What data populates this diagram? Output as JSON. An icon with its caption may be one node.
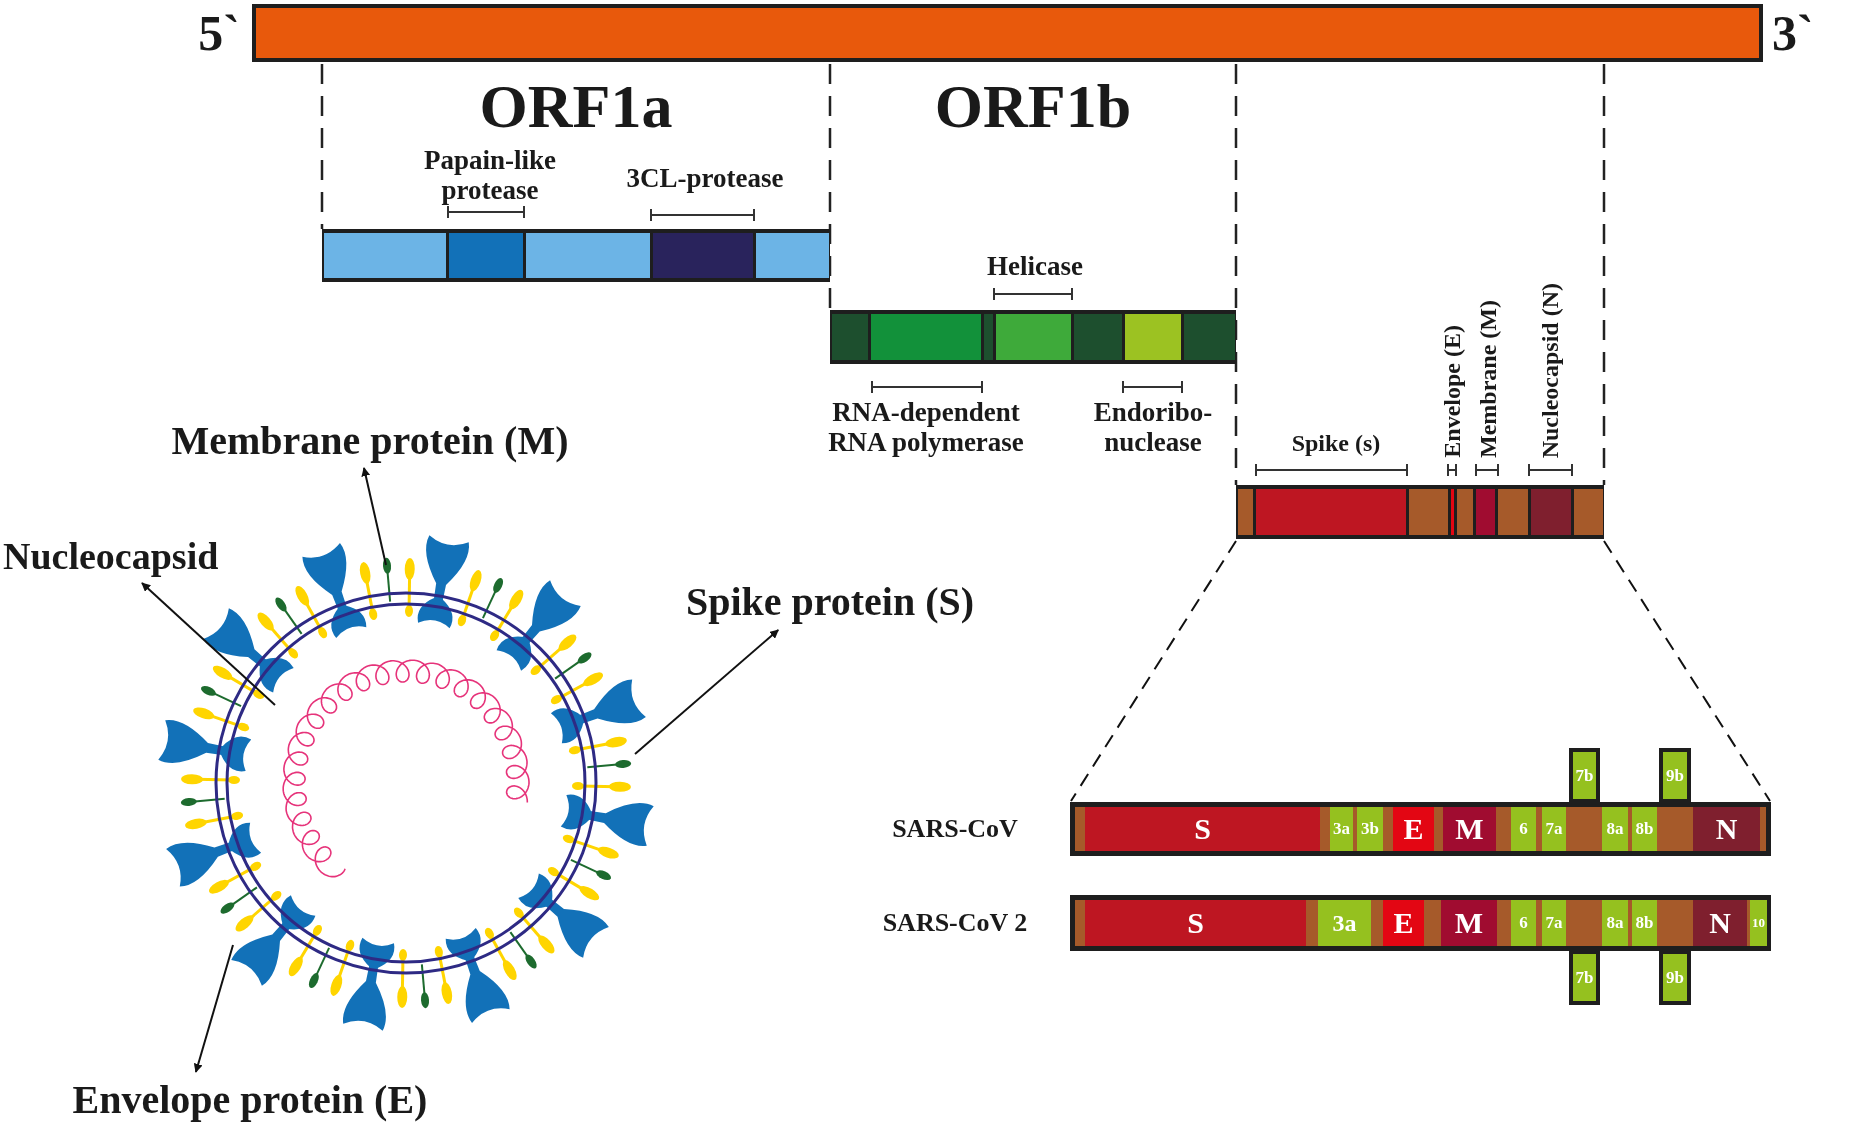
{
  "diagram": {
    "nodes": [
      {
        "text": [],
        "shape": "bar",
        "beside": [
          "5`",
          "3`"
        ]
      },
      {
        "text": [
          "ORF1a"
        ],
        "beside": [
          "Papain-like protease",
          "3CL-protease"
        ]
      },
      {
        "text": [
          "ORF1b"
        ],
        "beside": [
          "Helicase",
          "RNA-dependent RNA polymerase",
          "Endoribo- nuclease"
        ]
      },
      {
        "text": [],
        "shape": "bar",
        "beside": [
          "Spike (s)",
          "Envelope (E)",
          "Membrane (M)",
          "Nucleocapsid (N)"
        ]
      },
      {
        "text": [
          "Membrane protein (M)"
        ]
      },
      {
        "text": [
          "Nucleocapsid"
        ]
      },
      {
        "text": [
          "Spike protein (S)"
        ]
      },
      {
        "text": [
          "7b"
        ]
      },
      {
        "text": [
          "9b"
        ]
      },
      {
        "text": [
          "SARS-CoV"
        ]
      },
      {
        "text": [
          "S"
        ],
        "in": 9
      },
      {
        "text": [
          "3a"
        ],
        "in": 9
      },
      {
        "text": [
          "3b"
        ],
        "in": 9
      },
      {
        "text": [
          "E"
        ],
        "in": 9
      },
      {
        "text": [
          "M"
        ],
        "in": 9
      },
      {
        "text": [
          "6"
        ],
        "in": 9
      },
      {
        "text": [
          "7a"
        ],
        "in": 9
      },
      {
        "text": [
          "8a"
        ],
        "in": 9
      },
      {
        "text": [
          "8b"
        ],
        "in": 9
      },
      {
        "text": [
          "N"
        ],
        "in": 9
      },
      {
        "text": [
          "SARS-CoV 2"
        ]
      },
      {
        "text": [
          "S"
        ],
        "in": 20
      },
      {
        "text": [
          "3a"
        ],
        "in": 20
      },
      {
        "text": [
          "E"
        ],
        "in": 20
      },
      {
        "text": [
          "M"
        ],
        "in": 20
      },
      {
        "text": [
          "6"
        ],
        "in": 20
      },
      {
        "text": [
          "7a"
        ],
        "in": 20
      },
      {
        "text": [
          "8a"
        ],
        "in": 20
      },
      {
        "text": [
          "8b"
        ],
        "in": 20
      },
      {
        "text": [
          "N"
        ],
        "in": 20
      },
      {
        "text": [
          "10"
        ],
        "in": 20
      },
      {
        "text": [
          "7b"
        ]
      },
      {
        "text": [
          "9b"
        ]
      },
      {
        "text": [
          "Envelope protein (E)"
        ]
      },
      {
        "text": [],
        "shape": "picture"
      }
    ],
    "edges": [
      {
        "from": 3,
        "to": 9,
        "arrow": "none",
        "style": "dashed"
      },
      {
        "from": 3,
        "to": 9,
        "arrow": "none",
        "style": "dashed"
      },
      {
        "from": 34,
        "to": 4,
        "arrow": "to"
      },
      {
        "from": 34,
        "to": 5,
        "arrow": "to"
      },
      {
        "from": 34,
        "to": 6,
        "arrow": "to"
      },
      {
        "from": 34,
        "to": 33,
        "arrow": "to"
      }
    ]
  }
}
